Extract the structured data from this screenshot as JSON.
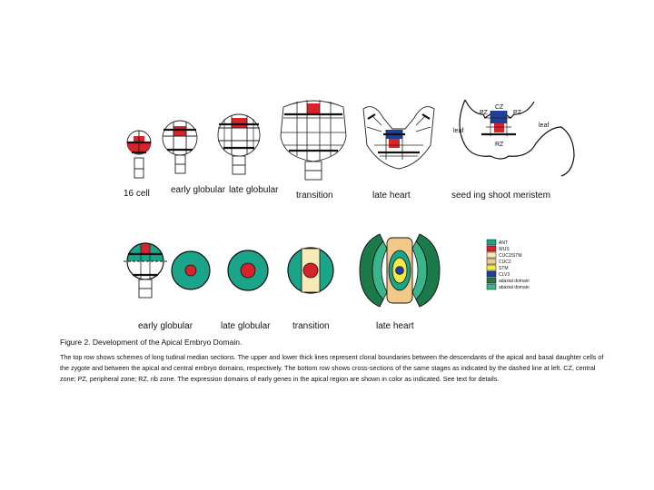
{
  "top_row": {
    "labels": [
      "16 cell",
      "early globular",
      "late globular",
      "transition",
      "late heart",
      "seed ing shoot meristem"
    ],
    "meristem_tags": {
      "cz": "CZ",
      "pz": "PZ",
      "rz": "RZ",
      "leaf_left": "leaf",
      "leaf_right": "leaf"
    }
  },
  "bottom_row": {
    "labels": [
      "early globular",
      "late globular",
      "transition",
      "late heart"
    ]
  },
  "legend": {
    "items": [
      {
        "label": "ANT",
        "color": "#1aa58a"
      },
      {
        "label": "WUS",
        "color": "#d8232a"
      },
      {
        "label": "CUC2/STM",
        "color": "#f7eab8"
      },
      {
        "label": "CUC2",
        "color": "#f2c989"
      },
      {
        "label": "STM",
        "color": "#f5e94a"
      },
      {
        "label": "CLV3",
        "color": "#1f3f9a"
      },
      {
        "label": "adaxial domain",
        "color": "#1c7a4a"
      },
      {
        "label": "abaxial domain",
        "color": "#3ab58a"
      }
    ]
  },
  "caption": {
    "title": "Figure 2. Development of the Apical Embryo Domain.",
    "body": "The top row shows schemes of long tudinal median sections. The upper and lower thick lines represent clonal boundaries between the descendants of the apical and basal daughter cells of the zygote and between the apical and central embryo domains, respectively. The bottom row shows cross-sections of the same stages as indicated by the dashed line at left. CZ, central zone; PZ, peripheral zone; RZ, rib zone. The expression domains of early genes in the apical region are shown in color as indicated. See text for details."
  }
}
